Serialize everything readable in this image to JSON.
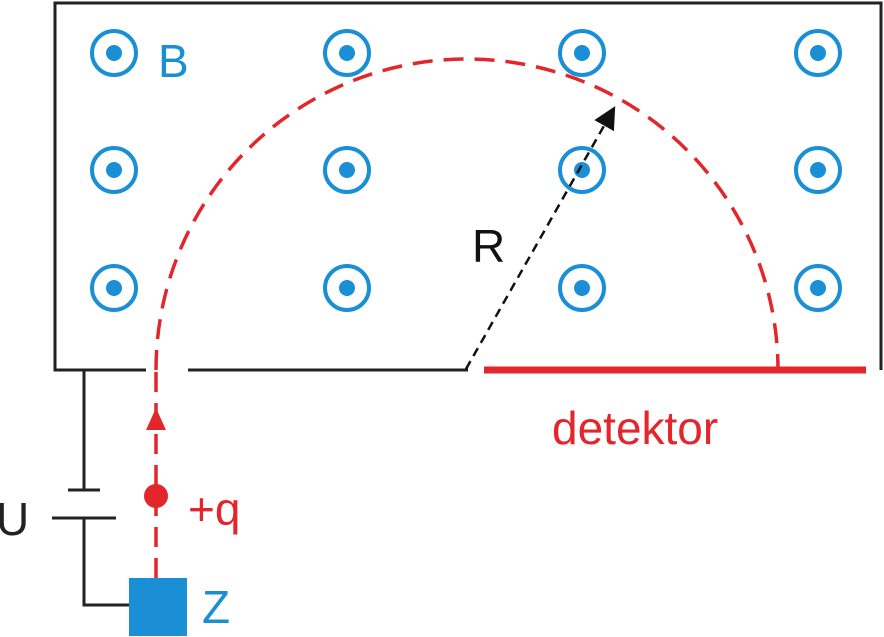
{
  "labels": {
    "field": "B",
    "radius": "R",
    "detector": "detektor",
    "charge": "+q",
    "voltage": "U",
    "source": "Z"
  },
  "colors": {
    "field_symbol": "#1a8fd6",
    "trajectory": "#e3262b",
    "source": "#1a8fd6",
    "frame": "#222222",
    "radius_arrow": "#111111"
  },
  "field_symbols": {
    "rows": 3,
    "columns": 4,
    "direction": "out-of-page"
  }
}
